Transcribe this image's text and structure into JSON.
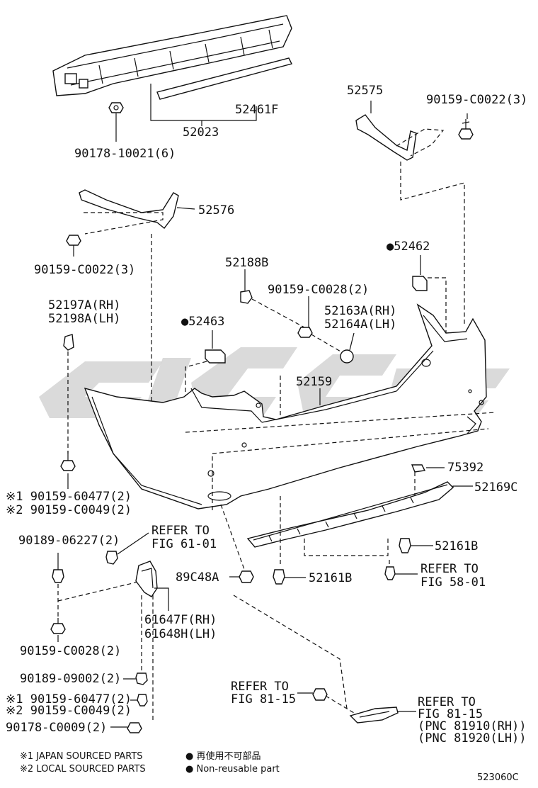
{
  "labels": {
    "p52461F": "52461F",
    "p52023": "52023",
    "p90178_10021": "90178-10021(6)",
    "p52575": "52575",
    "p90159_C0022_r": "90159-C0022(3)",
    "p52576": "52576",
    "p90159_C0022_l": "90159-C0022(3)",
    "p52188B": "52188B",
    "p52462": "●52462",
    "p90159_C0028_top": "90159-C0028(2)",
    "p52163A": "52163A(RH)",
    "p52164A": "52164A(LH)",
    "p52197A": "52197A(RH)",
    "p52198A": "52198A(LH)",
    "p52463": "●52463",
    "p52159": "52159",
    "p75392": "75392",
    "p52169C": "52169C",
    "p60477_a": "※1 90159-60477(2)",
    "p C0049_a": "",
    "pC0049_a": "※2 90159-C0049(2)",
    "p90189_06227": "90189-06227(2)",
    "refer61_a": "REFER TO",
    "refer61_b": "FIG 61-01",
    "p52161B_r": "52161B",
    "p89C48A": "89C48A",
    "p52161B_c": "52161B",
    "refer58_a": "REFER TO",
    "refer58_b": "FIG 58-01",
    "p61647F": "61647F(RH)",
    "p61648H": "61648H(LH)",
    "p90159_C0028_bot": "90159-C0028(2)",
    "p90189_09002": "90189-09002(2)",
    "p60477_b": "※1 90159-60477(2)",
    "pC0049_b": "※2 90159-C0049(2)",
    "p90178_C0009": "90178-C0009(2)",
    "refer81_a": "REFER TO",
    "refer81_b": "FIG 81-15",
    "refer81r_a": "REFER TO",
    "refer81r_b": "FIG 81-15",
    "refer81r_c": "(PNC 81910(RH))",
    "refer81r_d": "(PNC 81920(LH))"
  },
  "legend": {
    "note1": "※1 JAPAN SOURCED PARTS",
    "note2": "※2 LOCAL SOURCED PARTS",
    "jp_text": "● 再使用不可部品",
    "en_text": "● Non-reusable part"
  },
  "diagram_code": "523060C",
  "colors": {
    "line": "#111111",
    "watermark": "#d4d4d4",
    "background": "#ffffff"
  }
}
